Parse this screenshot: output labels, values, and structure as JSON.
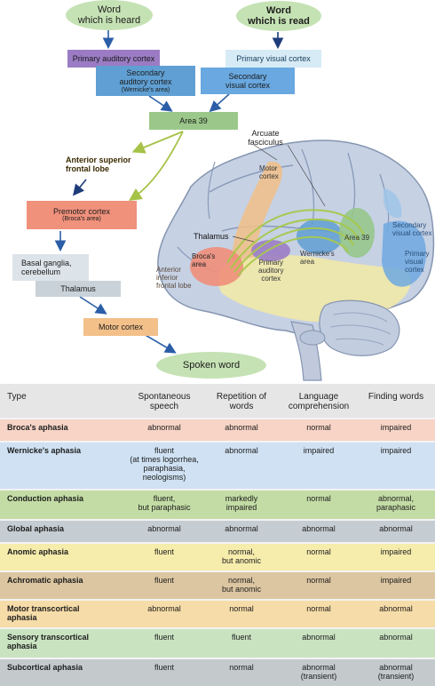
{
  "flow": {
    "word_heard": "Word\nwhich is heard",
    "word_read": "Word\nwhich is read",
    "primary_auditory": "Primary auditory cortex",
    "primary_visual": "Primary visual cortex",
    "secondary_auditory": "Secondary\nauditory cortex",
    "secondary_auditory_sub": "(Wernicke's area)",
    "secondary_visual": "Secondary\nvisual cortex",
    "area39": "Area 39",
    "arcuate": "Arcuate\nfasciculus",
    "anterior_superior": "Anterior superior\nfrontal lobe",
    "premotor": "Premotor cortex",
    "premotor_sub": "(Broca's area)",
    "basal_ganglia": "Basal ganglia,\ncerebellum",
    "thalamus": "Thalamus",
    "motor_cortex": "Motor cortex",
    "spoken_word": "Spoken word"
  },
  "brain": {
    "motor_cortex": "Motor\ncortex",
    "thalamus": "Thalamus",
    "brocas_area": "Broca's\narea",
    "primary_auditory": "Primary\nauditory\ncortex",
    "wernickes_area": "Wernicke's\narea",
    "area39": "Area 39",
    "secondary_visual": "Secondary\nvisual cortex",
    "primary_visual": "Primary\nvisual\ncortex",
    "anterior_inferior": "Anterior\ninferior\nfrontal lobe"
  },
  "colors": {
    "auditory_purple": "#9b7cc4",
    "wernicke_blue": "#5f9fd3",
    "visual_blue": "#69a8e0",
    "area39_green": "#9bc88a",
    "premotor_salmon": "#f0917c",
    "grey_box": "#c9d2d8",
    "motor_orange": "#f3c08a",
    "oval_green": "#c5e2b4"
  },
  "table": {
    "headers": [
      "Type",
      "Spontaneous\nspeech",
      "Repetition of\nwords",
      "Language\ncomprehension",
      "Finding words"
    ],
    "rows": [
      {
        "type": "Broca's aphasia",
        "cells": [
          "abnormal",
          "abnormal",
          "normal",
          "impaired"
        ],
        "color": "#f7d4c6"
      },
      {
        "type": "Wernicke's aphasia",
        "cells": [
          "fluent\n(at times logorrhea,\nparaphasia,\nneologisms)",
          "abnormal",
          "impaired",
          "impaired"
        ],
        "color": "#cfe1f2"
      },
      {
        "type": "Conduction aphasia",
        "cells": [
          "fluent,\nbut paraphasic",
          "markedly\nimpaired",
          "normal",
          "abnormal,\nparaphasic"
        ],
        "color": "#c3dca5"
      },
      {
        "type": "Global aphasia",
        "cells": [
          "abnormal",
          "abnormal",
          "abnormal",
          "abnormal"
        ],
        "color": "#c6cdd2"
      },
      {
        "type": "Anomic aphasia",
        "cells": [
          "fluent",
          "normal,\nbut anomic",
          "normal",
          "impaired"
        ],
        "color": "#f6ecac"
      },
      {
        "type": "Achromatic aphasia",
        "cells": [
          "fluent",
          "normal,\nbut anomic",
          "normal",
          "impaired"
        ],
        "color": "#dcc6a1"
      },
      {
        "type": "Motor transcortical\naphasia",
        "cells": [
          "abnormal",
          "normal",
          "normal",
          "abnormal"
        ],
        "color": "#f6dca8"
      },
      {
        "type": "Sensory transcortical\naphasia",
        "cells": [
          "fluent",
          "fluent",
          "abnormal",
          "abnormal"
        ],
        "color": "#c9e3c0"
      },
      {
        "type": "Subcortical aphasia",
        "cells": [
          "fluent",
          "normal",
          "abnormal\n(transient)",
          "abnormal\n(transient)"
        ],
        "color": "#c4c9cc"
      }
    ]
  }
}
